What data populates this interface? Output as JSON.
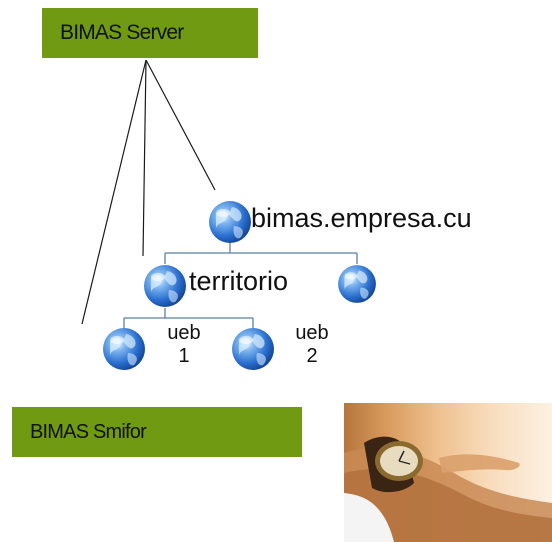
{
  "server_box": {
    "label": "BIMAS Server"
  },
  "smifor_box": {
    "label": "BIMAS Smifor"
  },
  "tree": {
    "root": {
      "label": "bimas.empresa.cu"
    },
    "territorio": {
      "label": "territorio"
    },
    "ueb1": {
      "line1": "ueb",
      "line2": "1"
    },
    "ueb2": {
      "line1": "ueb",
      "line2": "2"
    }
  },
  "colors": {
    "box_green": "#6f9a12",
    "globe_blue": "#2a6fcf",
    "connector": "#5b7fa6"
  },
  "photo": {
    "subject": "wristwatch-on-wrist"
  }
}
